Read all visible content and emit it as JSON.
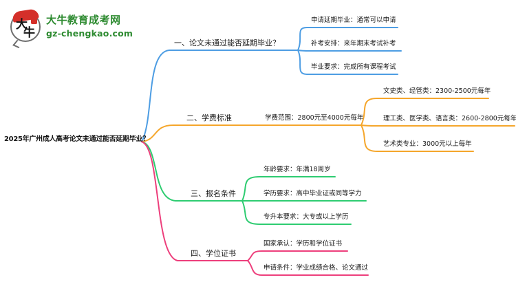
{
  "brand": {
    "logo_text_top": "大",
    "logo_text_bottom": "牛",
    "site_name": "大牛教育成考网",
    "site_domain": "gz-chengkao.com",
    "brand_green": "#2E8B31",
    "brand_red": "#D4302A"
  },
  "colors": {
    "blue": "#4D9DE3",
    "orange": "#F5A62B",
    "green": "#2ECC71",
    "pink": "#ED3F7C",
    "text": "#1F1F1F"
  },
  "mindmap": {
    "root_label": "2025年广州成人高考论文未通过能否延期毕业？",
    "branches": [
      {
        "label": "一、论文未通过能否延期毕业？",
        "color": "#4D9DE3",
        "children": [
          "申请延期毕业：通常可以申请",
          "补考安排：来年期末考试补考",
          "毕业要求：完成所有课程考试"
        ]
      },
      {
        "label": "二、学费标准",
        "sub_label": "学费范围：2800元至4000元每年",
        "color": "#F5A62B",
        "children": [
          "文史类、经管类：2300-2500元每年",
          "理工类、医学类、语言类：2600-2800元每年",
          "艺术类专业：3000元以上每年"
        ]
      },
      {
        "label": "三、报名条件",
        "color": "#2ECC71",
        "children": [
          "年龄要求：年满18周岁",
          "学历要求：高中毕业证或同等学力",
          "专升本要求：大专或以上学历"
        ]
      },
      {
        "label": "四、学位证书",
        "color": "#ED3F7C",
        "children": [
          "国家承认：学历和学位证书",
          "申请条件：学业成绩合格、论文通过"
        ]
      }
    ]
  }
}
